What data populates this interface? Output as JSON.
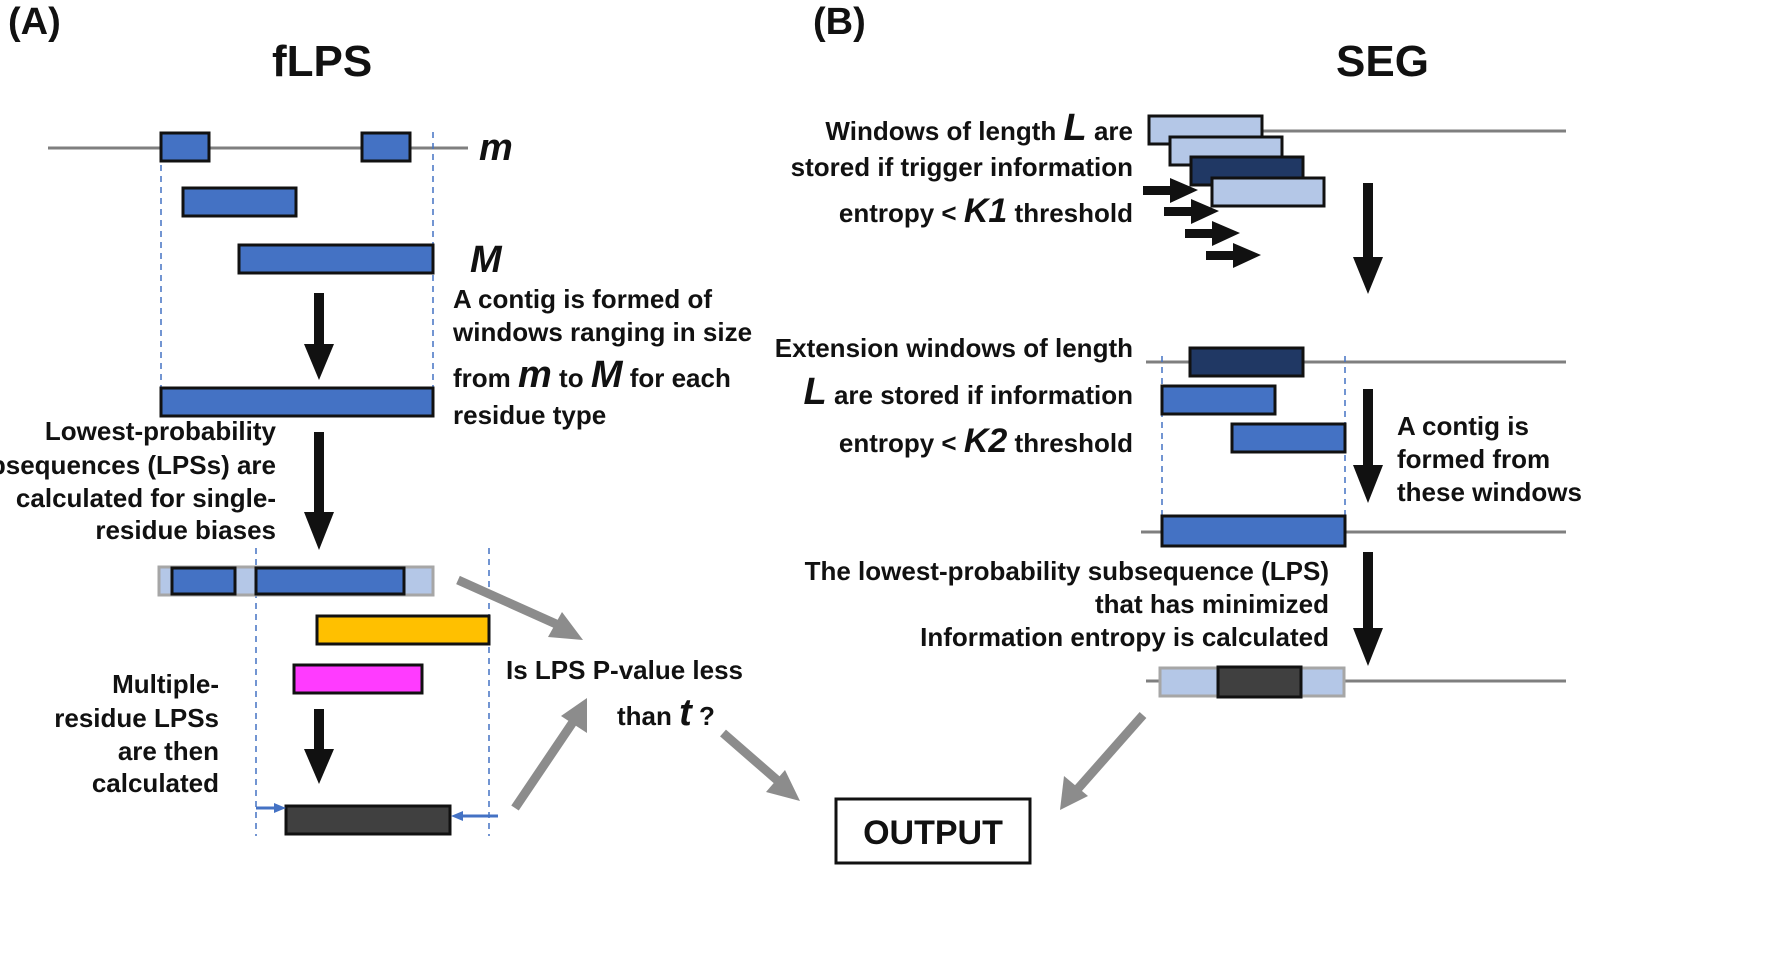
{
  "panels": {
    "a": {
      "tag": "(A)",
      "title": "fLPS",
      "m_label": "m",
      "M_label": "M",
      "contig_text": {
        "line1": "A contig is formed of",
        "line2": "windows ranging in size",
        "line3_from": "from",
        "line3_m": "m",
        "line3_to": "to",
        "line3_M": "M",
        "line3_end": "for each",
        "line4": "residue type"
      },
      "lps_text": [
        "Lowest-probability",
        "subsequences (LPSs) are",
        "calculated for single-",
        "residue biases"
      ],
      "multi_text": [
        "Multiple-",
        "residue LPSs",
        "are then",
        "calculated"
      ],
      "question": {
        "line1": "Is LPS P-value less",
        "line2_pre": "than",
        "line2_var": "t",
        "line2_post": "?"
      }
    },
    "b": {
      "tag": "(B)",
      "title": "SEG",
      "windows_text": {
        "line1_pre": "Windows of length",
        "line1_var": "L",
        "line1_post": "are",
        "line2": "stored if trigger information",
        "line3_pre": "entropy <",
        "line3_var": "K1",
        "line3_post": "threshold"
      },
      "extension_text": {
        "line1": "Extension windows of length",
        "line2_var": "L",
        "line2_post": "are stored if information",
        "line3_pre": "entropy <",
        "line3_var": "K2",
        "line3_post": "threshold"
      },
      "contig_text": [
        "A contig is",
        "formed from",
        "these windows"
      ],
      "lps_text": [
        "The lowest-probability subsequence (LPS)",
        "that has minimized",
        "Information entropy is calculated"
      ]
    }
  },
  "output_label": "OUTPUT",
  "colors": {
    "blue": "#4472c4",
    "light_blue": "#b4c7e7",
    "navy": "#203864",
    "yellow": "#ffc000",
    "magenta": "#ff3bff",
    "dark_gray": "#404040",
    "gray_arrow": "#8c8c8c",
    "dashed": "#4472c4"
  }
}
